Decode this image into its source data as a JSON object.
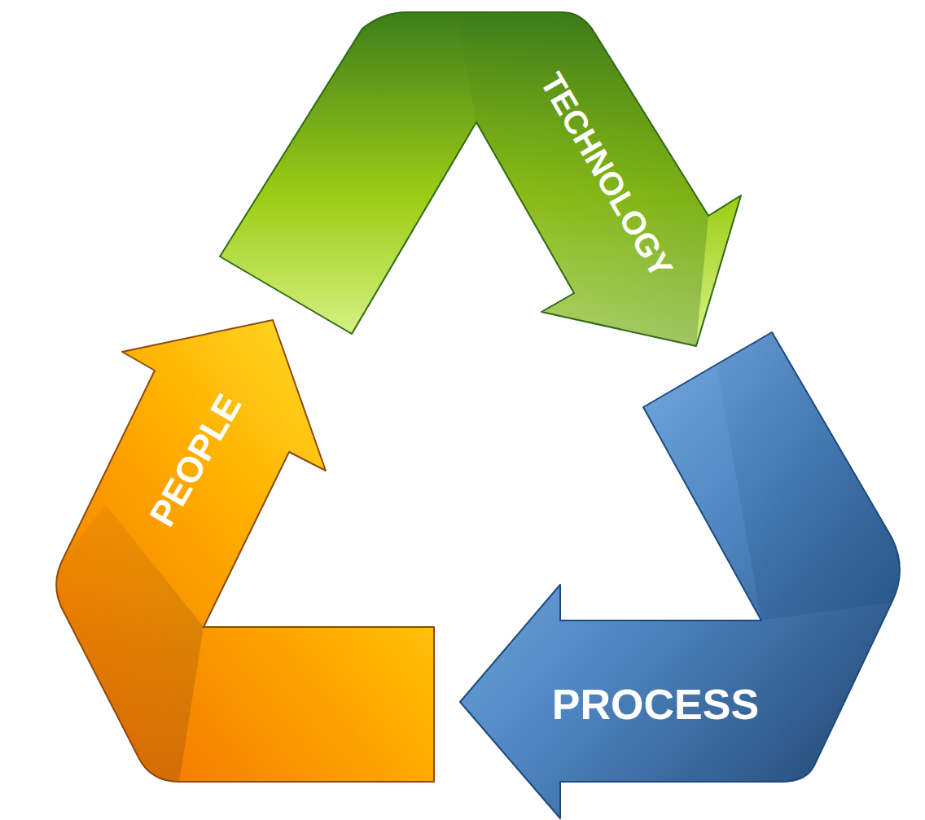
{
  "diagram": {
    "nodes": [
      {
        "text": [
          "TECHNOLOGY"
        ]
      },
      {
        "text": [
          "PROCESS"
        ]
      },
      {
        "text": [
          "PEOPLE"
        ]
      }
    ]
  }
}
